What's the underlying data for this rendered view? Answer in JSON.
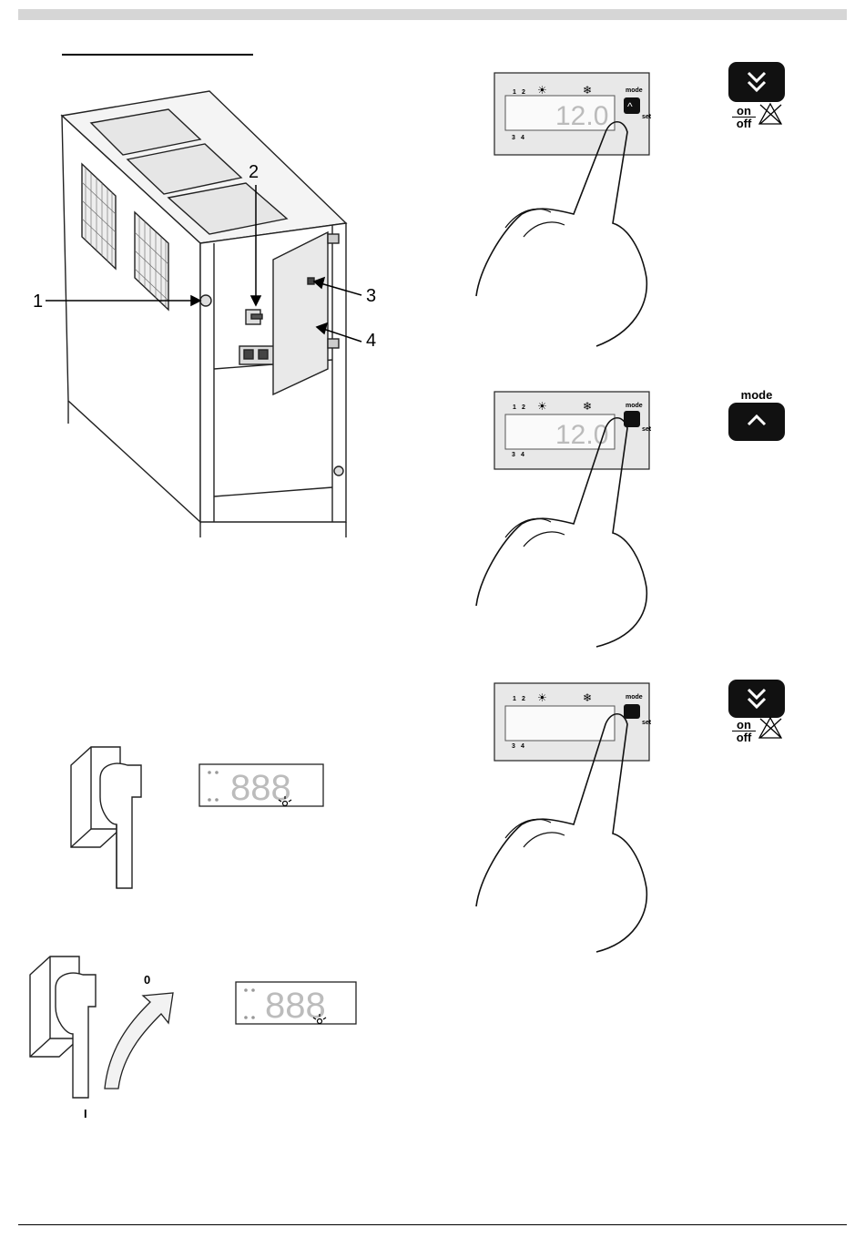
{
  "machine": {
    "callouts": [
      "1",
      "2",
      "3",
      "4"
    ]
  },
  "controllers": [
    {
      "id": "panel-1",
      "indicators": [
        "1",
        "2",
        "3",
        "4"
      ],
      "mode_label": "mode",
      "set_label": "set",
      "display": "12.0",
      "side_icon": {
        "top_label": "",
        "bottom_on": "on",
        "bottom_off": "off",
        "type": "down"
      }
    },
    {
      "id": "panel-2",
      "indicators": [
        "1",
        "2",
        "3",
        "4"
      ],
      "mode_label": "mode",
      "set_label": "set",
      "display": "12.0",
      "side_icon": {
        "top_label": "mode",
        "type": "up"
      }
    },
    {
      "id": "panel-3",
      "indicators": [
        "1",
        "2",
        "3",
        "4"
      ],
      "mode_label": "mode",
      "set_label": "set",
      "display": "",
      "side_icon": {
        "top_label": "",
        "bottom_on": "on",
        "bottom_off": "off",
        "type": "down"
      }
    }
  ],
  "switch_states": {
    "switch_display_1": "888",
    "switch_display_2": "888",
    "rotation_label_0": "0",
    "rotation_label_1": "I"
  }
}
